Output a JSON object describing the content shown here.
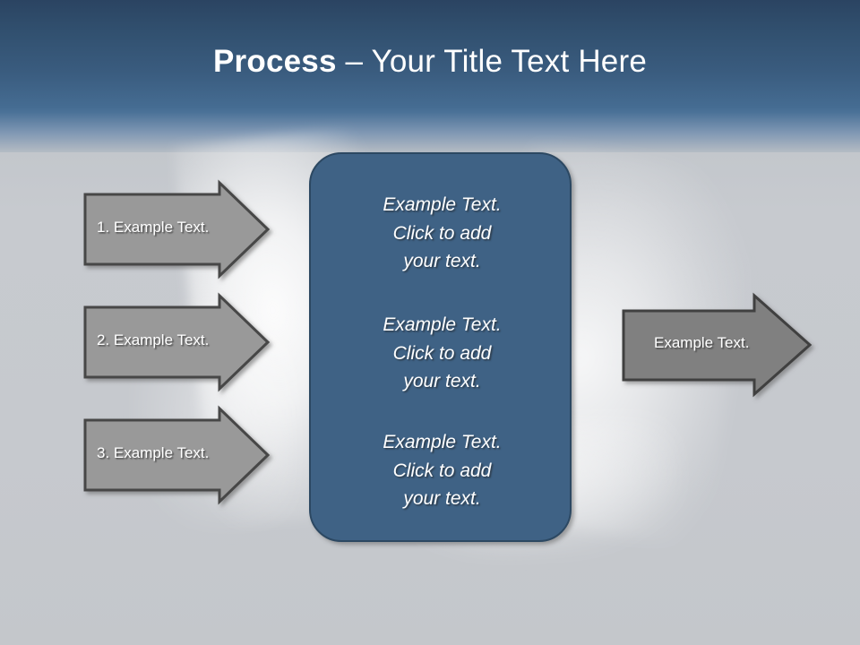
{
  "slide": {
    "title": {
      "bold_part": "Process",
      "rest_part": " – Your Title Text Here",
      "full": "Process – Your Title Text Here"
    },
    "colors": {
      "sky_top": "#2b4462",
      "sky_bottom": "#4a7197",
      "ground": "#c6c9cd",
      "center_box_fill": "#3f6285",
      "center_box_border": "#2c4862",
      "left_arrow_fill": "#999999",
      "left_arrow_border": "#464646",
      "right_arrow_fill": "#808080",
      "right_arrow_border": "#3f3f3f",
      "text": "#ffffff"
    },
    "left_arrows": [
      {
        "label": "1. Example Text."
      },
      {
        "label": "2. Example Text."
      },
      {
        "label": "3. Example Text."
      }
    ],
    "center_box": {
      "blocks": [
        {
          "text": "Example Text.\nClick  to add\nyour text."
        },
        {
          "text": "Example Text.\nClick  to add\nyour text."
        },
        {
          "text": "Example Text.\nClick  to add\nyour text."
        }
      ]
    },
    "right_arrow": {
      "label": "Example Text."
    }
  }
}
